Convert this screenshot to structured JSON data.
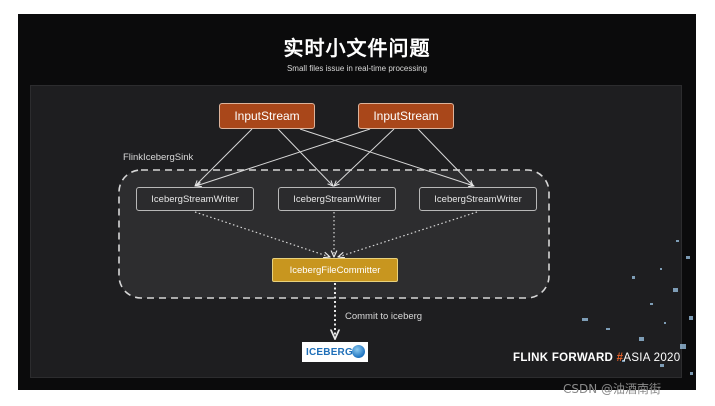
{
  "slide": {
    "title": "实时小文件问题",
    "subtitle": "Small files issue in real-time processing"
  },
  "diagram": {
    "inputs": [
      "InputStream",
      "InputStream"
    ],
    "sink_label": "FlinkIcebergSink",
    "writers": [
      "IcebergStreamWriter",
      "IcebergStreamWriter",
      "IcebergStreamWriter"
    ],
    "committer": "IcebergFileCommitter",
    "commit_label": "Commit to iceberg",
    "logo_text": "ICEBERG"
  },
  "brand": {
    "name": "FLINK FORWARD",
    "hash": "#",
    "suffix": "ASIA 2020"
  },
  "watermark": "CSDN @油酒南街",
  "colors": {
    "slide_bg": "#0b0b0c",
    "panel_bg": "#1e1e20",
    "input_fill": "#a9471a",
    "committer_fill": "#c8961f",
    "brand_accent": "#e8632a"
  }
}
